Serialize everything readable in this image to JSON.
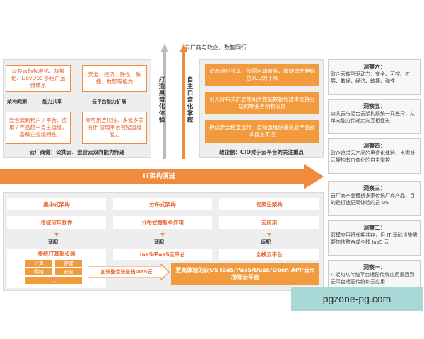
{
  "top_label": "云厂商与政企，数智同行",
  "left_panel": {
    "box1": "公共云标标准化、规模化、DevOps 多租户运维体系",
    "box2": "安全、经济、弹性、敏捷、数智等能力",
    "box3": "混合云跨租户 / 平台、应用 / 产品统一自主运维，各种企业级特性",
    "box4": "高可用连续性、多云多芯设计 应用平台智能运维能力",
    "label_arch": "架构同源",
    "label_share": "能力共享",
    "label_expand": "云平台能力扩展",
    "caption": "云厂商侧：公共云、混合云双向能力传递"
  },
  "vertical_labels": {
    "left": "打造黑盒化体验",
    "right": "自主白盒化掌控"
  },
  "right_panel": {
    "box1": "资源池化共享、按需自助服务、敏捷弹性伸缩总TCO的下降",
    "box2": "引入分布式扩展性和大数据数智化技术支持互联网等业务创新发展",
    "box3": "持续安全稳定运行、自助运维快速恢复产品技术自主可控",
    "caption": "政企侧：CIO对于云平台的关注重点"
  },
  "it_arrow": "IT架构演进",
  "bottom": {
    "col1": {
      "header": "集中式架构",
      "app": "传统应用软件",
      "adapt": "适配",
      "infra": "传统IT基础设施",
      "grid": [
        "计算",
        "存储",
        "网络",
        "安全"
      ],
      "more": "..."
    },
    "col2": {
      "header": "分布式架构",
      "app": "分布式微服务应用",
      "adapt": "适配",
      "platform": "IaaS/PaaS云平台"
    },
    "col3": {
      "header": "云原生架构",
      "app": "云应用",
      "adapt": "适配",
      "platform": "全栈云平台"
    },
    "accelerate": "加快整合进全栈IaaS云",
    "os_box": "更高体验的云OS IaaS/PaaS/DaaS/Open API/云市场等云平台"
  },
  "observations": [
    {
      "title": "洞察六：",
      "body": "政企云转型驱动力：安全、可控、扩展、数经、经济、敏捷、弹性"
    },
    {
      "title": "洞察五：",
      "body": "公共云与混合云架构既统一又差异，从单向能力传递走向互相促进"
    },
    {
      "title": "洞察四：",
      "body": "政企追求云产品的黑盒化体验，也需对云架构有白盒化的自主掌控"
    },
    {
      "title": "洞察三：",
      "body": "云厂商产品替换多家传统厂商产品，目的是打造更高体验的云 OS"
    },
    {
      "title": "洞察二：",
      "body": "双模应用将长期并存，但 IT 基础设施需要加快整合成全栈 IaaS 云"
    },
    {
      "title": "洞察一：",
      "body": "IT架构从传统平台适配传统应用重回到云平台适配传统和云应用"
    }
  ],
  "watermark": "pgzone-pg.com",
  "colors": {
    "accent": "#f08a3c",
    "fill": "#f29a3e",
    "panel": "#eeeeee",
    "watermark_bg": "#a9d9d6"
  }
}
